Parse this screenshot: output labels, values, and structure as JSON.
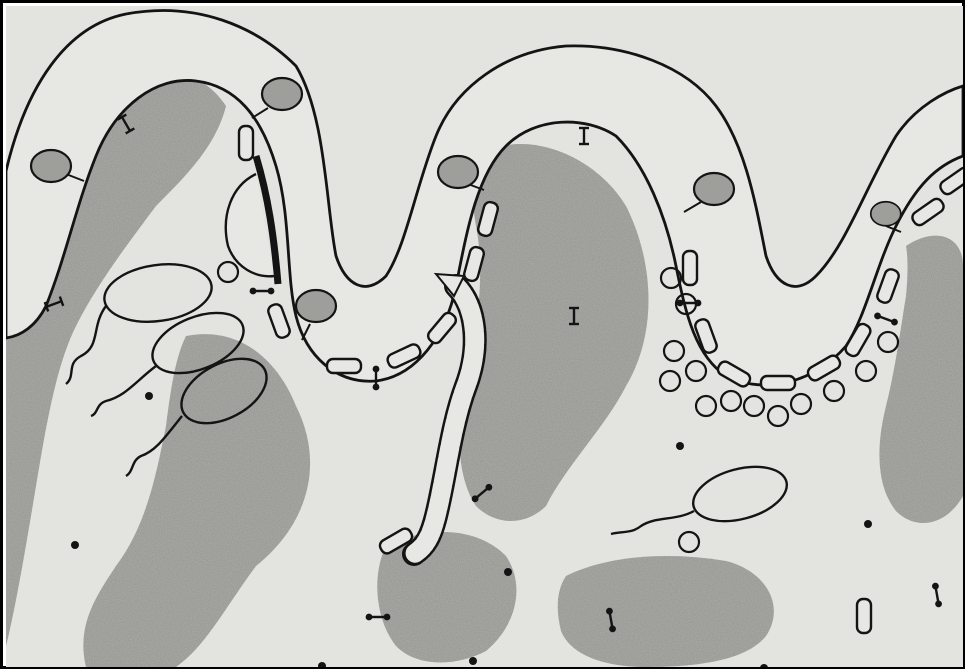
{
  "figure": {
    "labels": [],
    "colors": {
      "background": "#e3e3df",
      "mucus": "#a9a9a5",
      "membrane_fill": "#e7e7e3",
      "ink": "#141414",
      "stalk_head": "#9e9e9a"
    },
    "icon_names": [
      "villus-membrane",
      "mucus-blob",
      "stalked-particle",
      "rod-bacterium",
      "coccus",
      "flagellated-bacterium",
      "spirochete",
      "antibody-molecule",
      "dot-particle"
    ]
  }
}
